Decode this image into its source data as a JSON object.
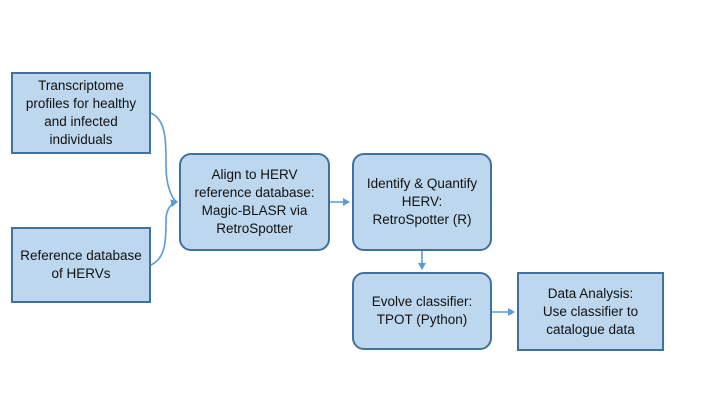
{
  "nodes": {
    "transcriptome": "Transcriptome\nprofiles for healthy\nand infected\nindividuals",
    "reference": "Reference database\nof HERVs",
    "align": "Align to HERV\nreference database:\nMagic-BLASR via\nRetroSpotter",
    "identify": "Identify & Quantify\nHERV:\nRetroSpotter (R)",
    "evolve": "Evolve classifier:\nTPOT (Python)",
    "analysis": "Data Analysis:\nUse classifier to\ncatalogue data"
  },
  "colors": {
    "box_fill": "#bdd7ee",
    "box_border": "#41719c",
    "connector": "#5b9bd5"
  }
}
